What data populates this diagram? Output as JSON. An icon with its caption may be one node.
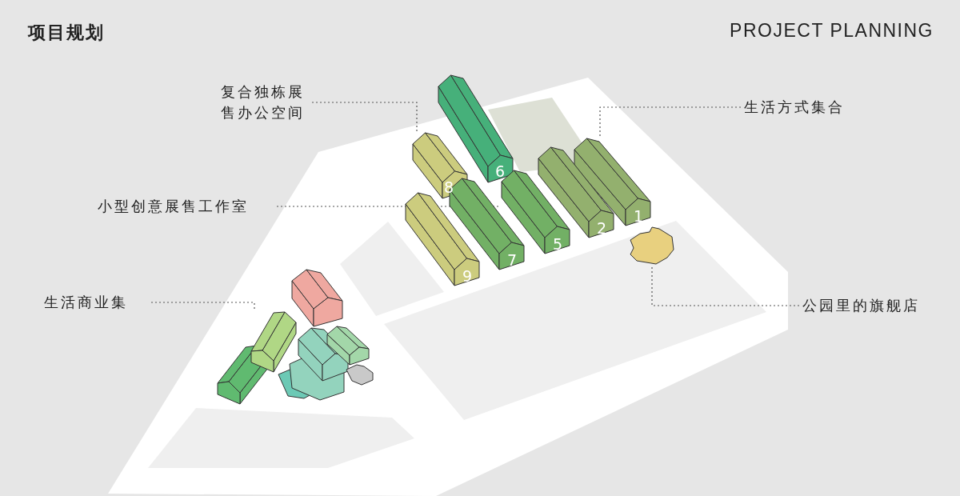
{
  "diagram": {
    "title": "项目规划",
    "nodes": [
      {
        "text": [
          "复合独栋展售办公空间"
        ]
      },
      {
        "text": [
          "生活方式集合"
        ]
      },
      {
        "text": [
          "小型创意展售工作室"
        ]
      },
      {
        "text": [
          "生活商业集"
        ]
      },
      {
        "text": [
          "公园里的旗舰店"
        ]
      },
      {
        "text": [
          "6"
        ]
      },
      {
        "text": [
          "8"
        ]
      },
      {
        "text": [
          "1"
        ]
      },
      {
        "text": [
          "2"
        ]
      },
      {
        "text": [
          "5"
        ]
      },
      {
        "text": [
          "7"
        ]
      },
      {
        "text": [
          "9"
        ]
      },
      {
        "text": [],
        "shape": "picture"
      },
      {
        "text": [],
        "shape": "picture"
      }
    ],
    "edges": [
      {
        "from": 0,
        "to": 6,
        "arrow": "none"
      },
      {
        "from": 1,
        "to": 7,
        "arrow": "none"
      },
      {
        "from": 2,
        "to": 9,
        "arrow": "none"
      },
      {
        "from": 3,
        "to": 13,
        "arrow": "none"
      },
      {
        "from": 4,
        "to": 12,
        "arrow": "none"
      }
    ],
    "labels": [
      "PROJECT PLANNING"
    ]
  }
}
